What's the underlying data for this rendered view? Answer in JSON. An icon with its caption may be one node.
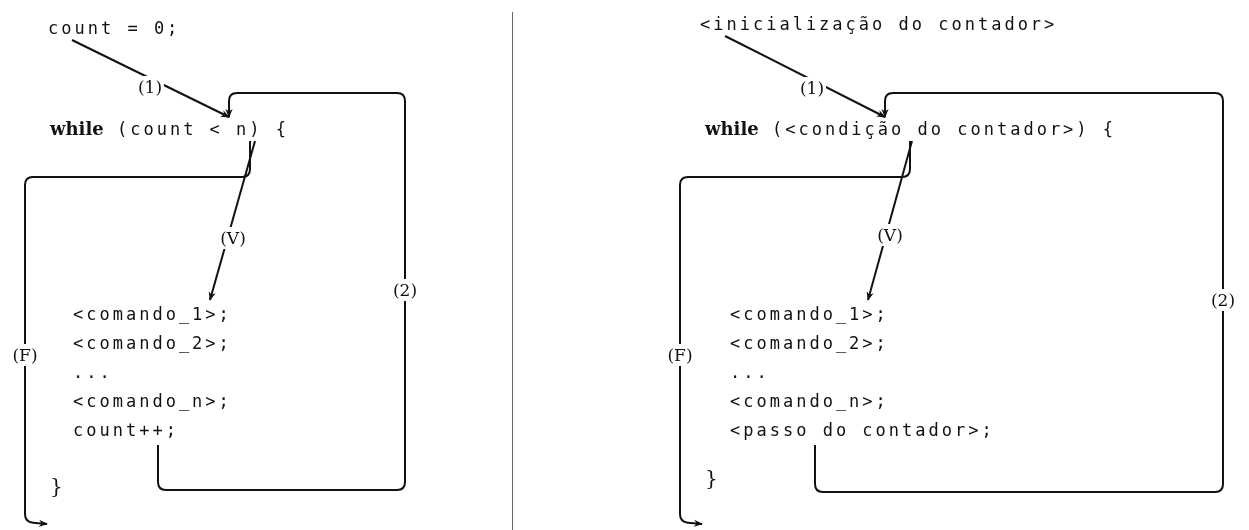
{
  "diagram": {
    "nodes": [
      {
        "text": [
          "count = 0;"
        ]
      },
      {
        "text": [
          "**while** (count < n) {"
        ]
      },
      {
        "text": [
          "<comando_1>;",
          "<comando_2>;",
          "...",
          "<comando_n>;",
          "count++;"
        ]
      },
      {
        "text": [
          "<inicialização do contador>"
        ]
      },
      {
        "text": [
          "**while** (<condição do contador>) {"
        ]
      },
      {
        "text": [
          "<comando_1>;",
          "<comando_2>;",
          "...",
          "<comando_n>;",
          "<passo do contador>;"
        ]
      }
    ],
    "edges": [
      {
        "from": 0,
        "to": 1,
        "arrow": "to",
        "label": "(1)"
      },
      {
        "from": 1,
        "to": 2,
        "arrow": "to",
        "label": "(V)"
      },
      {
        "from": 2,
        "to": 1,
        "arrow": "to",
        "label": "(2)"
      },
      {
        "from": 1,
        "to": null,
        "arrow": "to",
        "label": "(F)"
      },
      {
        "from": 3,
        "to": 4,
        "arrow": "to",
        "label": "(1)"
      },
      {
        "from": 4,
        "to": 5,
        "arrow": "to",
        "label": "(V)"
      },
      {
        "from": 5,
        "to": 4,
        "arrow": "to",
        "label": "(2)"
      },
      {
        "from": 4,
        "to": null,
        "arrow": "to",
        "label": "(F)"
      }
    ],
    "labels": [
      "}",
      "}"
    ]
  }
}
